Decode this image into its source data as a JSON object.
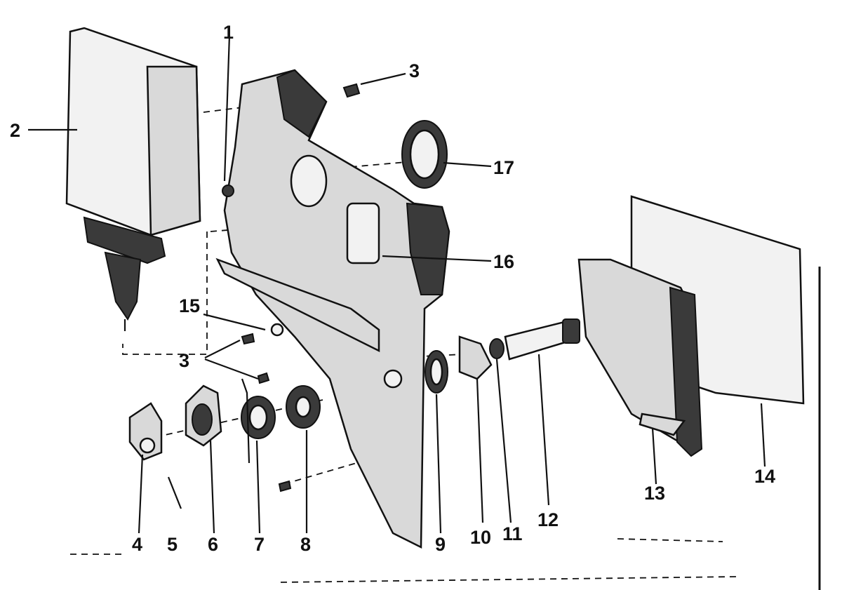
{
  "diagram": {
    "callouts": {
      "c1": "1",
      "c2": "2",
      "c3a": "3",
      "c3b": "3",
      "c4": "4",
      "c5": "5",
      "c6": "6",
      "c7": "7",
      "c8": "8",
      "c9": "9",
      "c10": "10",
      "c11": "11",
      "c12": "12",
      "c13": "13",
      "c14": "14",
      "c15": "15",
      "c16": "16",
      "c17": "17"
    }
  }
}
